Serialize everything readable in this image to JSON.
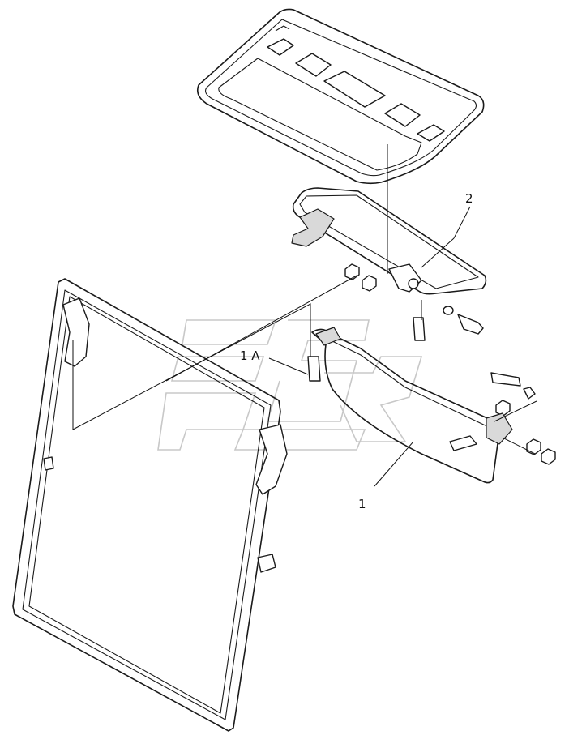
{
  "labels": {
    "part_1": "1",
    "part_1a": "1 A",
    "part_2": "2"
  },
  "colors": {
    "line": "#1a1a1a",
    "background": "#ffffff",
    "watermark": "#c8c8c8"
  }
}
